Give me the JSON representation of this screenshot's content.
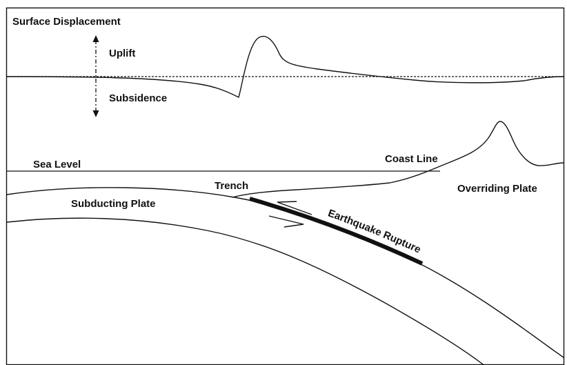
{
  "labels": {
    "surface_displacement": "Surface Displacement",
    "uplift": "Uplift",
    "subsidence": "Subsidence",
    "sea_level": "Sea Level",
    "coast_line": "Coast Line",
    "trench": "Trench",
    "subducting_plate": "Subducting Plate",
    "overriding_plate": "Overriding Plate",
    "earthquake_rupture": "Earthquake Rupture"
  },
  "colors": {
    "ink": "#111111",
    "background": "#ffffff"
  }
}
